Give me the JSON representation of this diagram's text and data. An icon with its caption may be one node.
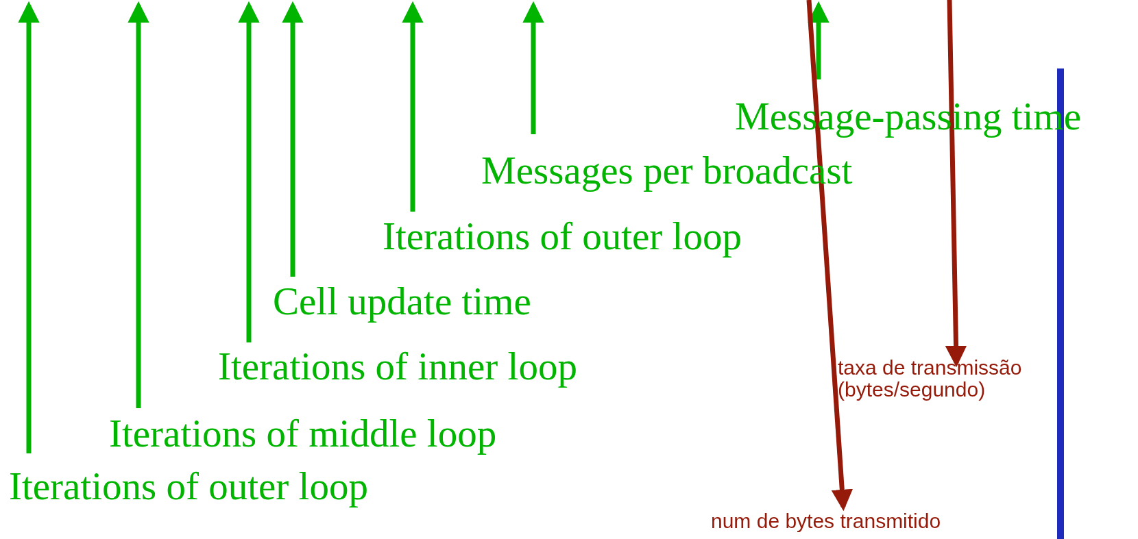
{
  "diagram": {
    "nodes": [
      {
        "text": [
          "Message-passing time"
        ]
      },
      {
        "text": [
          "Messages per broadcast"
        ]
      },
      {
        "text": [
          "Iterations of outer loop"
        ]
      },
      {
        "text": [
          "Cell update time"
        ]
      },
      {
        "text": [
          "Iterations of inner loop"
        ]
      },
      {
        "text": [
          "Iterations of middle loop"
        ]
      },
      {
        "text": [
          "Iterations of outer loop"
        ]
      },
      {
        "text": [
          "taxa de transmissão (bytes/segundo)"
        ]
      },
      {
        "text": [
          "num de bytes transmitido"
        ]
      }
    ],
    "edges": [
      {
        "from": 0,
        "to": null,
        "arrow": "to",
        "color": "#00b400"
      },
      {
        "from": 1,
        "to": null,
        "arrow": "to",
        "color": "#00b400"
      },
      {
        "from": 2,
        "to": null,
        "arrow": "to",
        "color": "#00b400"
      },
      {
        "from": 3,
        "to": null,
        "arrow": "to",
        "color": "#00b400"
      },
      {
        "from": 4,
        "to": null,
        "arrow": "to",
        "color": "#00b400"
      },
      {
        "from": 5,
        "to": null,
        "arrow": "to",
        "color": "#00b400"
      },
      {
        "from": 6,
        "to": null,
        "arrow": "to",
        "color": "#00b400"
      },
      {
        "from": null,
        "to": 7,
        "arrow": "to",
        "color": "#961a0a"
      },
      {
        "from": null,
        "to": 8,
        "arrow": "to",
        "color": "#961a0a"
      }
    ]
  }
}
